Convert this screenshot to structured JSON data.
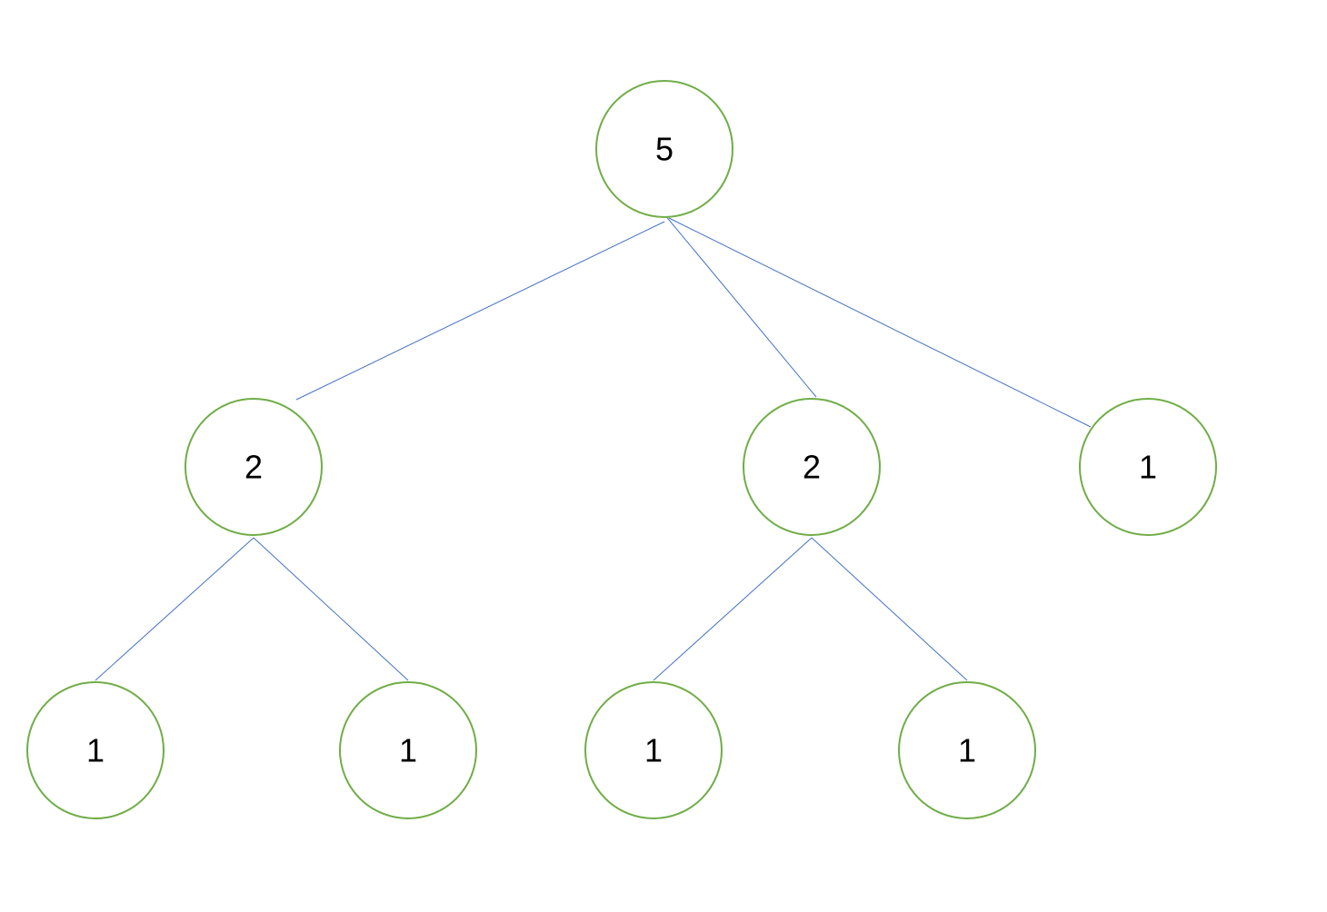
{
  "colors": {
    "node_outline": "#70ad47",
    "edge": "#4472c4",
    "label": "#000000",
    "background": "#ffffff"
  },
  "nodes": [
    {
      "id": "n0",
      "label": "5"
    },
    {
      "id": "n1",
      "label": "2"
    },
    {
      "id": "n2",
      "label": "2"
    },
    {
      "id": "n3",
      "label": "1"
    },
    {
      "id": "n4",
      "label": "1"
    },
    {
      "id": "n5",
      "label": "1"
    },
    {
      "id": "n6",
      "label": "1"
    },
    {
      "id": "n7",
      "label": "1"
    }
  ],
  "edges": [
    {
      "from": "n0",
      "to": "n1"
    },
    {
      "from": "n0",
      "to": "n2"
    },
    {
      "from": "n0",
      "to": "n3"
    },
    {
      "from": "n1",
      "to": "n4"
    },
    {
      "from": "n1",
      "to": "n5"
    },
    {
      "from": "n2",
      "to": "n6"
    },
    {
      "from": "n2",
      "to": "n7"
    }
  ]
}
